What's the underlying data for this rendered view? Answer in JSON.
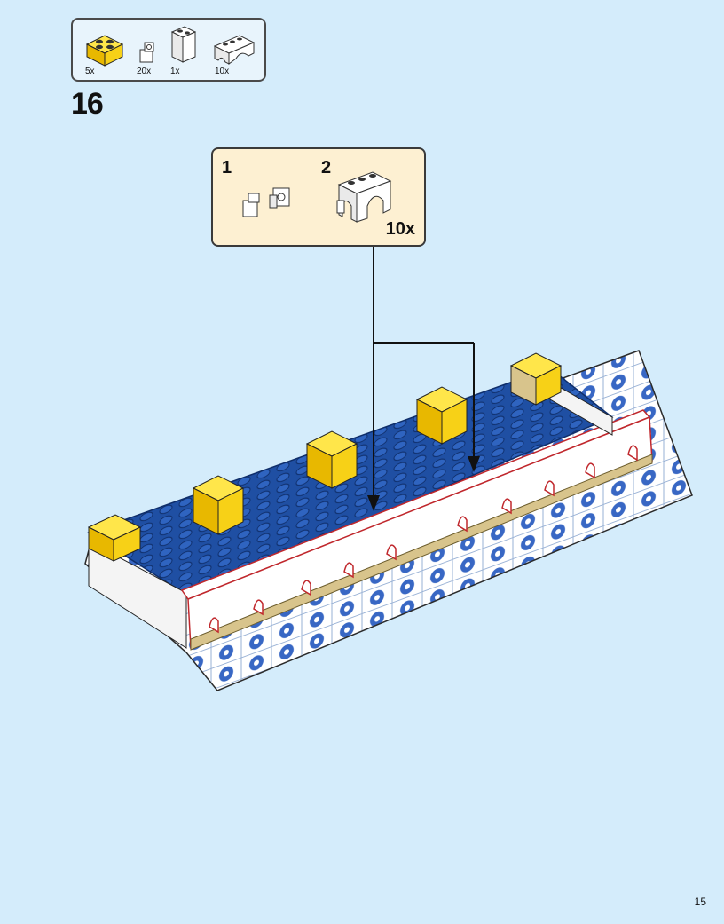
{
  "parts_list": {
    "items": [
      {
        "name": "yellow-brick-2x2",
        "qty": "5x",
        "color": "#f7d117"
      },
      {
        "name": "white-bracket-1x1",
        "qty": "20x",
        "color": "#ffffff"
      },
      {
        "name": "white-brick-1x2x2",
        "qty": "1x",
        "color": "#ffffff"
      },
      {
        "name": "white-arch-1x4",
        "qty": "10x",
        "color": "#ffffff"
      }
    ]
  },
  "step": {
    "number": "16"
  },
  "callout": {
    "substep_1": "1",
    "substep_2": "2",
    "quantity": "10x"
  },
  "page": {
    "number": "15"
  },
  "colors": {
    "background": "#d4ecfb",
    "baseplate": "#1f4fa3",
    "yellow": "#f7d117",
    "white": "#ffffff",
    "red_outline": "#c0282d",
    "tan": "#d8c48c"
  }
}
